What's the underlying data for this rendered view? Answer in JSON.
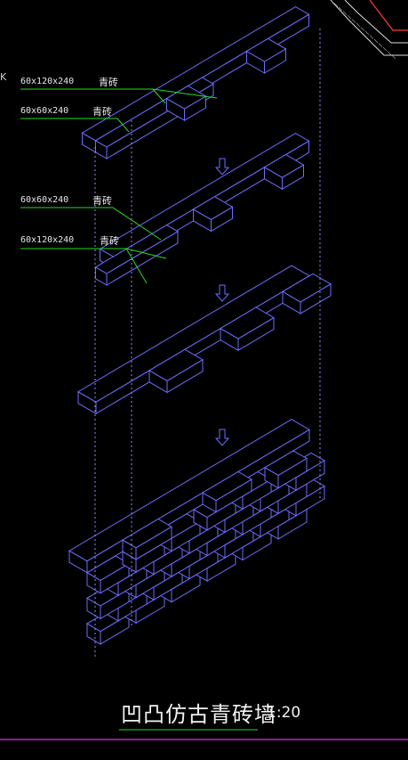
{
  "drawing": {
    "title": "凹凸仿古青砖墙",
    "scale": "1:20",
    "edge_text": "K"
  },
  "annotations": [
    {
      "size": "60x120x240",
      "material": "青砖"
    },
    {
      "size": "60x60x240",
      "material": "青砖"
    },
    {
      "size": "60x60x240",
      "material": "青砖"
    },
    {
      "size": "60x120x240",
      "material": "青砖"
    }
  ],
  "colors": {
    "background": "#000000",
    "brick_line": "#6c6cff",
    "leader": "#22dd22",
    "hidden_line": "#8a8aff",
    "text": "#ffffff",
    "bottom_line": "#cc22cc"
  },
  "icons": [
    "down-arrow-icon",
    "down-arrow-icon",
    "down-arrow-icon"
  ]
}
